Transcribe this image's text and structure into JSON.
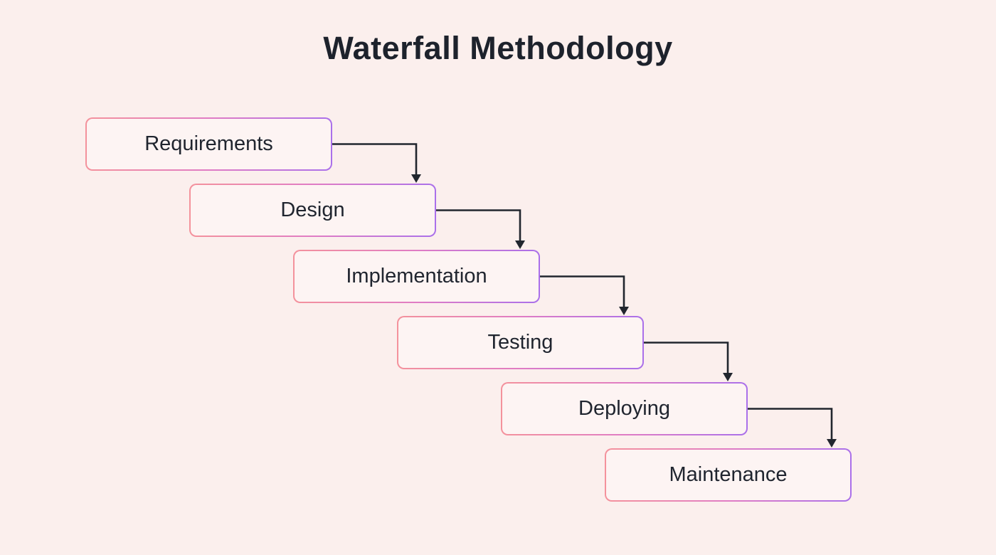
{
  "title": "Waterfall Methodology",
  "diagram": {
    "type": "waterfall-flowchart",
    "flow_direction": "top-left to bottom-right, stepped",
    "steps": [
      {
        "label": "Requirements"
      },
      {
        "label": "Design"
      },
      {
        "label": "Implementation"
      },
      {
        "label": "Testing"
      },
      {
        "label": "Deploying"
      },
      {
        "label": "Maintenance"
      }
    ],
    "connections": [
      {
        "from": "Requirements",
        "to": "Design"
      },
      {
        "from": "Design",
        "to": "Implementation"
      },
      {
        "from": "Implementation",
        "to": "Testing"
      },
      {
        "from": "Testing",
        "to": "Deploying"
      },
      {
        "from": "Deploying",
        "to": "Maintenance"
      }
    ],
    "colors": {
      "background": "#fbefed",
      "box_fill": "#fdf4f3",
      "border_gradient_start": "#f4929c",
      "border_gradient_mid": "#e07cc4",
      "border_gradient_end": "#aa70ea",
      "arrow": "#21262e",
      "title_text": "#1d222c",
      "step_text": "#20252f"
    }
  }
}
